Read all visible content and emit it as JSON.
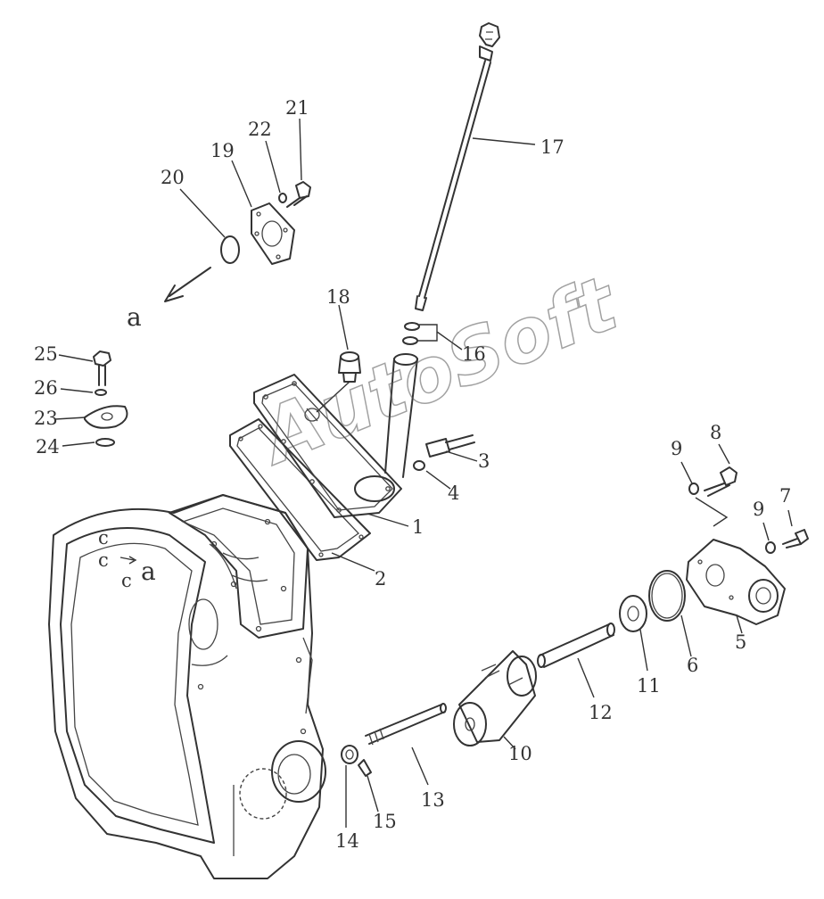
{
  "watermark": "AutoSoft",
  "view_marker": "a",
  "housing_marks": [
    "c",
    "c",
    "c",
    "a"
  ],
  "callouts": {
    "p1": "1",
    "p2": "2",
    "p3": "3",
    "p4": "4",
    "p5": "5",
    "p6": "6",
    "p7": "7",
    "p8": "8",
    "p9a": "9",
    "p9b": "9",
    "p10": "10",
    "p11": "11",
    "p12": "12",
    "p13": "13",
    "p14": "14",
    "p15": "15",
    "p16": "16",
    "p17": "17",
    "p18": "18",
    "p19": "19",
    "p20": "20",
    "p21": "21",
    "p22": "22",
    "p23": "23",
    "p24": "24",
    "p25": "25",
    "p26": "26"
  }
}
